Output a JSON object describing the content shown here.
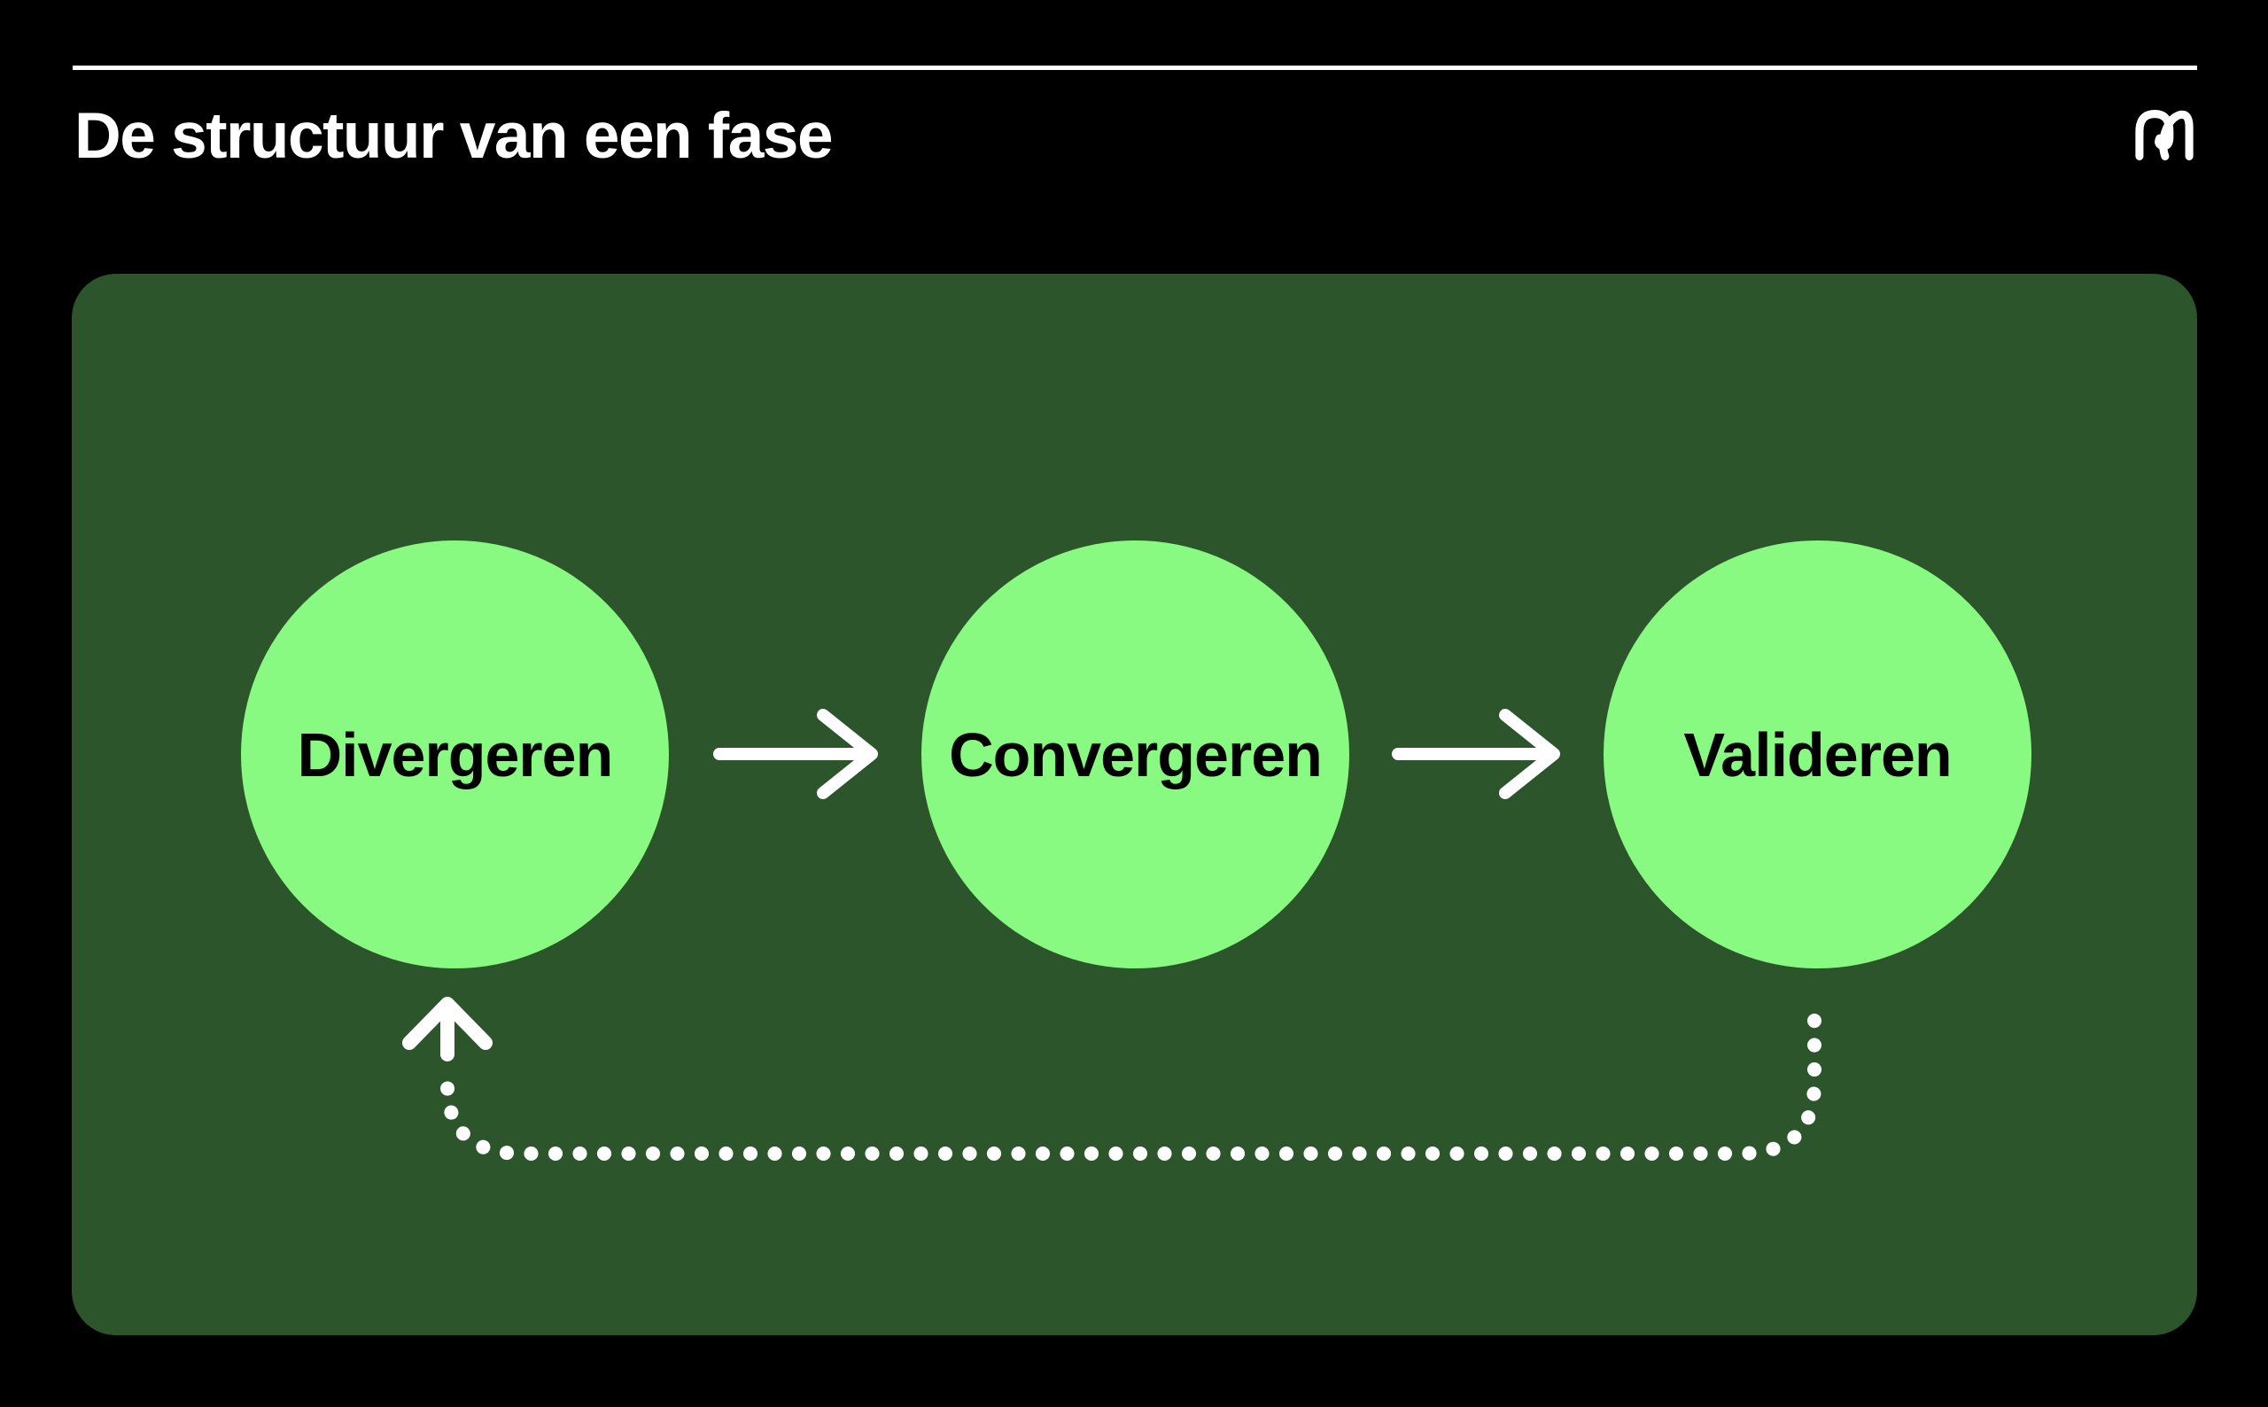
{
  "slide": {
    "title": "De structuur van een fase",
    "logo": "brand-logo",
    "colors": {
      "background": "#000000",
      "panel_green": "#2D552C",
      "circle_green": "#88FA81",
      "label_text": "#000000",
      "title_text": "#FFFFFF",
      "arrow_white": "#FFFFFF"
    },
    "diagram": {
      "steps": [
        {
          "label": "Divergeren"
        },
        {
          "label": "Convergeren"
        },
        {
          "label": "Valideren"
        }
      ],
      "connections": [
        {
          "type": "solid-arrow",
          "from": "Divergeren",
          "to": "Convergeren"
        },
        {
          "type": "solid-arrow",
          "from": "Convergeren",
          "to": "Valideren"
        },
        {
          "type": "dotted-feedback-arrow",
          "from": "Valideren",
          "to": "Divergeren"
        }
      ]
    }
  }
}
